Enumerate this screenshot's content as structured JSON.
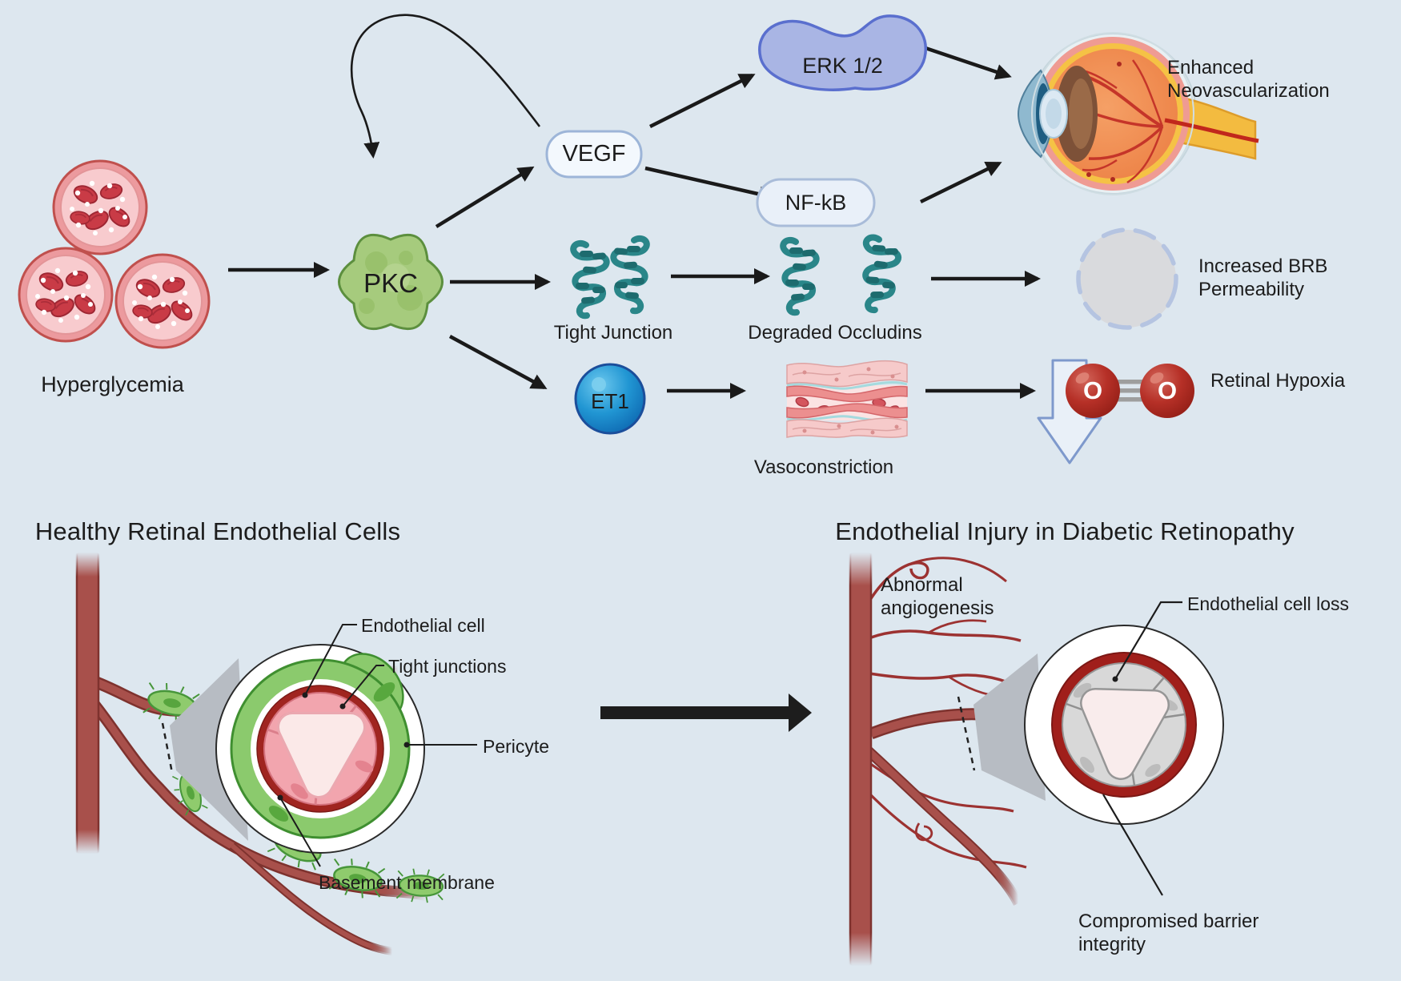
{
  "diagram": {
    "background_color": "#dde7ef",
    "pathway": {
      "hyperglycemia": "Hyperglycemia",
      "pkc": "PKC",
      "vegf": "VEGF",
      "erk": "ERK 1/2",
      "nfkb": "NF-kB",
      "enhanced_neovascularization": "Enhanced Neovascularization",
      "tight_junction": "Tight Junction",
      "degraded_occludins": "Degraded Occludins",
      "increased_brb_permeability": "Increased BRB Permeability",
      "et1": "ET1",
      "vasoconstriction": "Vasoconstriction",
      "retinal_hypoxia": "Retinal Hypoxia",
      "oxygen_left": "O",
      "oxygen_right": "O"
    },
    "healthy_panel": {
      "title": "Healthy Retinal Endothelial Cells",
      "endothelial_cell": "Endothelial cell",
      "tight_junctions": "Tight junctions",
      "pericyte": "Pericyte",
      "basement_membrane": "Basement membrane"
    },
    "injury_panel": {
      "title": "Endothelial Injury in Diabetic Retinopathy",
      "abnormal_angiogenesis": "Abnormal angiogenesis",
      "endothelial_cell_loss": "Endothelial cell loss",
      "compromised_barrier_integrity": "Compromised barrier integrity"
    },
    "colors": {
      "pkc_green": "#a6cb7d",
      "erk_blue": "#a9b5e4",
      "node_border_blue": "#9db5d8",
      "teal_junction": "#2a8689",
      "et1_blue": "#2196d3",
      "vessel_red": "#a8504b",
      "oxygen_red": "#b63027",
      "pericyte_green": "#8fcb6d"
    }
  }
}
